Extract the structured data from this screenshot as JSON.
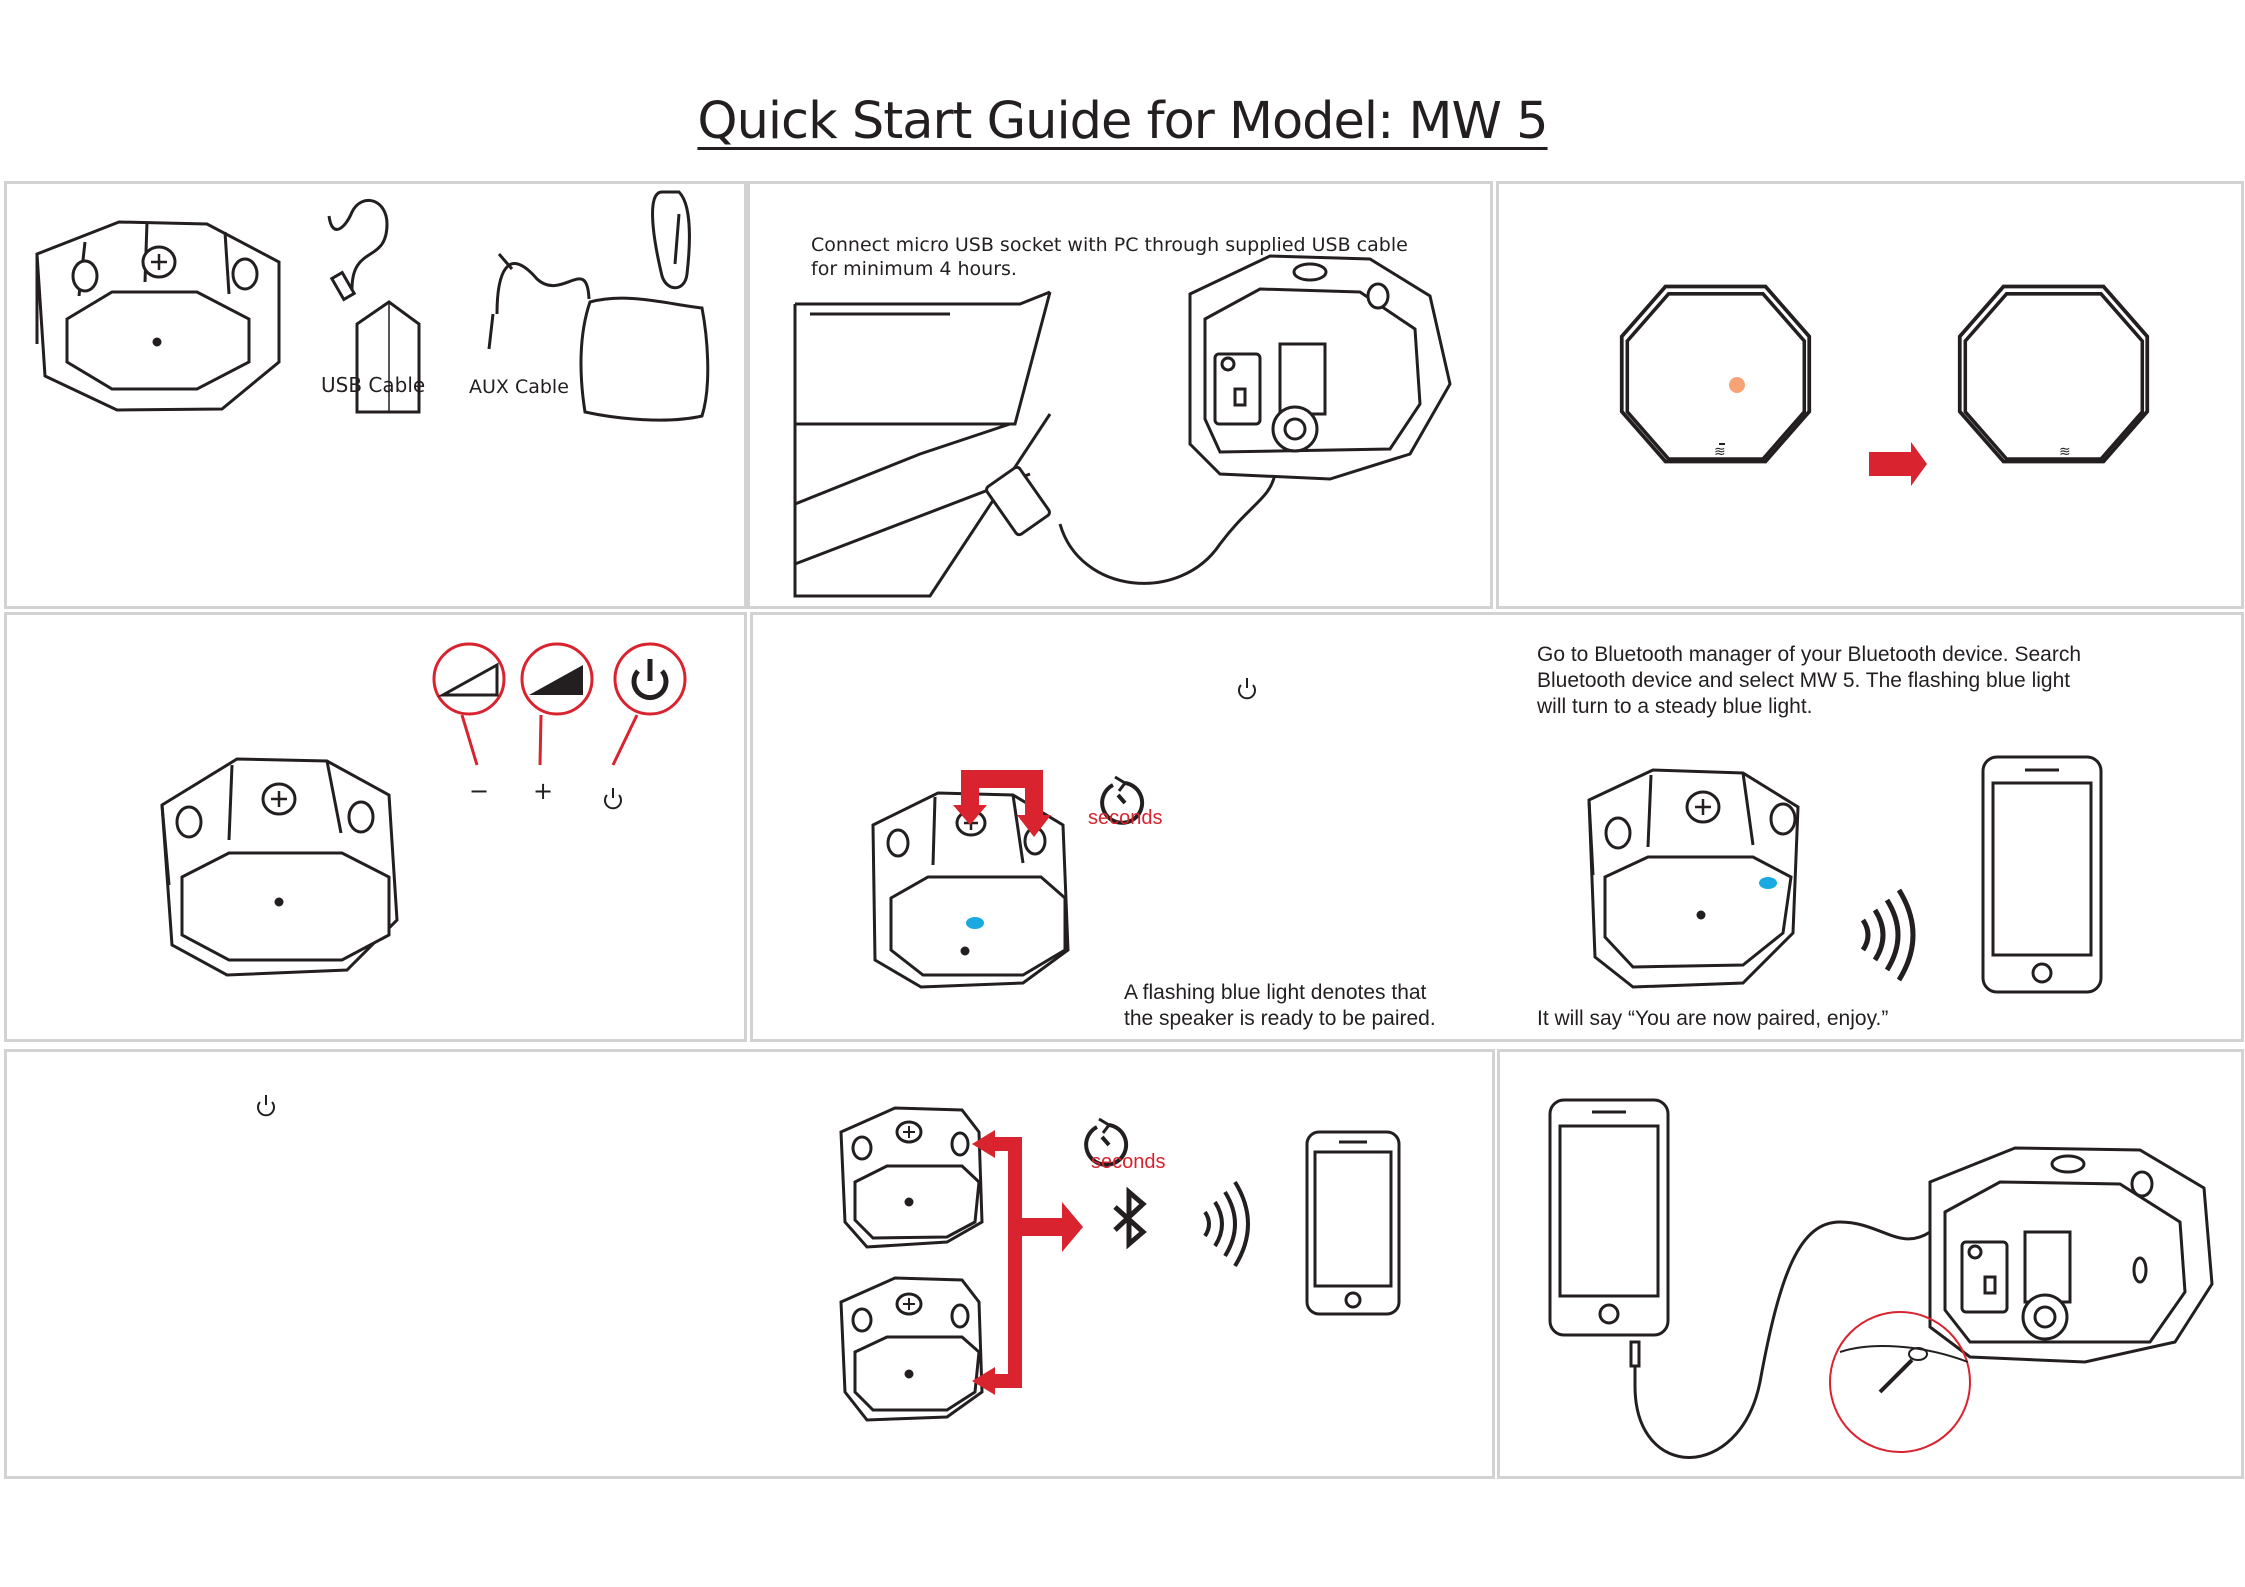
{
  "header": {
    "title": "Quick Start Guide for Model:  MW     5"
  },
  "panel_contents": {
    "usb_cable_label": "USB Cable",
    "aux_cable_label": "AUX Cable"
  },
  "panel_charging": {
    "instruction_line1": "Connect micro USB socket with PC through supplied USB cable",
    "instruction_line2": "for minimum 4 hours."
  },
  "panel_controls": {
    "minus_label": "−",
    "plus_label": "+"
  },
  "panel_pairing": {
    "seconds_label": "seconds",
    "flashing_line1": "A flashing blue light denotes that",
    "flashing_line2": "the speaker is ready to be paired.",
    "manager_line1": "Go to Bluetooth manager of your Bluetooth device. Search",
    "manager_line2": "Bluetooth device and select  MW     5.  The flashing blue light",
    "manager_line3": "will turn to a steady blue light.",
    "paired_text": "It will say “You are now paired, enjoy.”"
  },
  "panel_stereo": {
    "seconds_label": "seconds"
  },
  "colors": {
    "accent_red": "#d9232e",
    "led_blue": "#1aa9e0",
    "led_orange": "#f47c3c",
    "line": "#231f20",
    "panel_border": "#d2d2d2"
  }
}
